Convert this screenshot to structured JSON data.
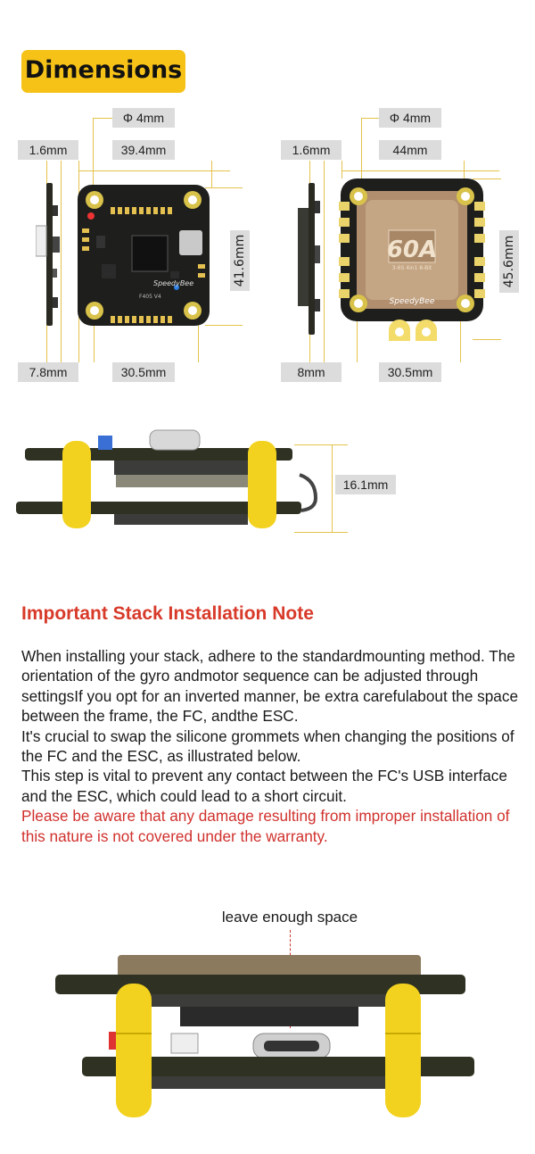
{
  "header": {
    "title": "Dimensions"
  },
  "fc": {
    "hole": "Φ 4mm",
    "side_thickness": "1.6mm",
    "board_width": "39.4mm",
    "board_height": "41.6mm",
    "component_height": "7.8mm",
    "mount_spacing": "30.5mm",
    "brand": "SpeedyBee",
    "model": "F405 V4"
  },
  "esc": {
    "hole": "Φ 4mm",
    "side_thickness": "1.6mm",
    "board_width": "44mm",
    "board_height": "45.6mm",
    "component_height": "8mm",
    "mount_spacing": "30.5mm",
    "rating": "60A",
    "spec": "3-6S 4in1 8-Bit",
    "brand": "SpeedyBee"
  },
  "stack": {
    "height": "16.1mm"
  },
  "note": {
    "title": "Important Stack Installation Note",
    "p1": "When installing your stack, adhere to the standardmounting method. The orientation of the gyro andmotor sequence can be adjusted through settingsIf you opt for an inverted manner, be extra carefulabout the space between the frame, the FC, andthe ESC.",
    "p2": "It's crucial to swap the silicone grommets when changing the positions of the FC and the ESC, as illustrated below.",
    "p3": "This step is vital to prevent any contact between the FC's USB interface and the ESC, which could lead to a short circuit.",
    "warning": "Please be aware that any damage resulting from improper installation of this nature is not covered under the warranty."
  },
  "bottom": {
    "caption": "leave enough space"
  }
}
